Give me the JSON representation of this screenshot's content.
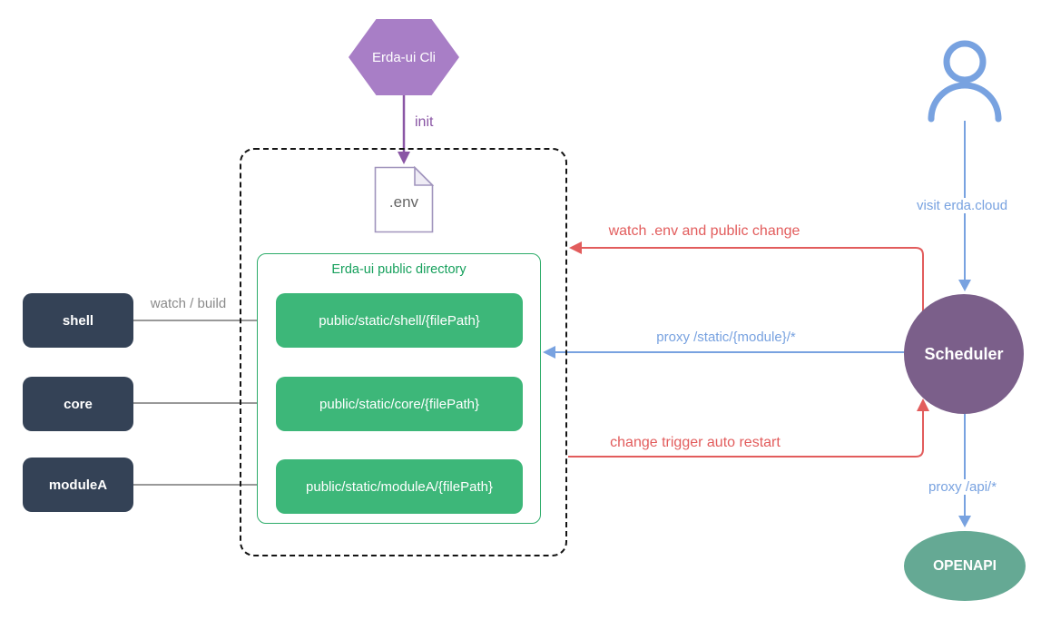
{
  "diagram": {
    "cli": {
      "label": "Erda-ui Cli"
    },
    "env_file": {
      "label": ".env"
    },
    "modules": [
      {
        "label": "shell"
      },
      {
        "label": "core"
      },
      {
        "label": "moduleA"
      }
    ],
    "public_dir": {
      "title": "Erda-ui public directory",
      "paths": [
        "public/static/shell/{filePath}",
        "public/static/core/{filePath}",
        "public/static/moduleA/{filePath}"
      ]
    },
    "scheduler": {
      "label": "Scheduler"
    },
    "openapi": {
      "label": "OPENAPI"
    },
    "edges": {
      "init": "init",
      "watch_build": "watch / build",
      "watch_env": "watch .env and public change",
      "proxy_static": "proxy /static/{module}/*",
      "trigger_restart": "change trigger auto restart",
      "visit": "visit erda.cloud",
      "proxy_api": "proxy /api/*"
    },
    "colors": {
      "cli_hexagon": "#a87ec6",
      "init_arrow": "#8a56a5",
      "module_box": "#344256",
      "public_green": "#3db779",
      "green_border": "#2dac6a",
      "scheduler_purple": "#7b5f8a",
      "openapi_teal": "#65a994",
      "user_blue": "#78a2e0",
      "alert_red": "#e25c5c",
      "arrow_gray": "#999999"
    }
  }
}
